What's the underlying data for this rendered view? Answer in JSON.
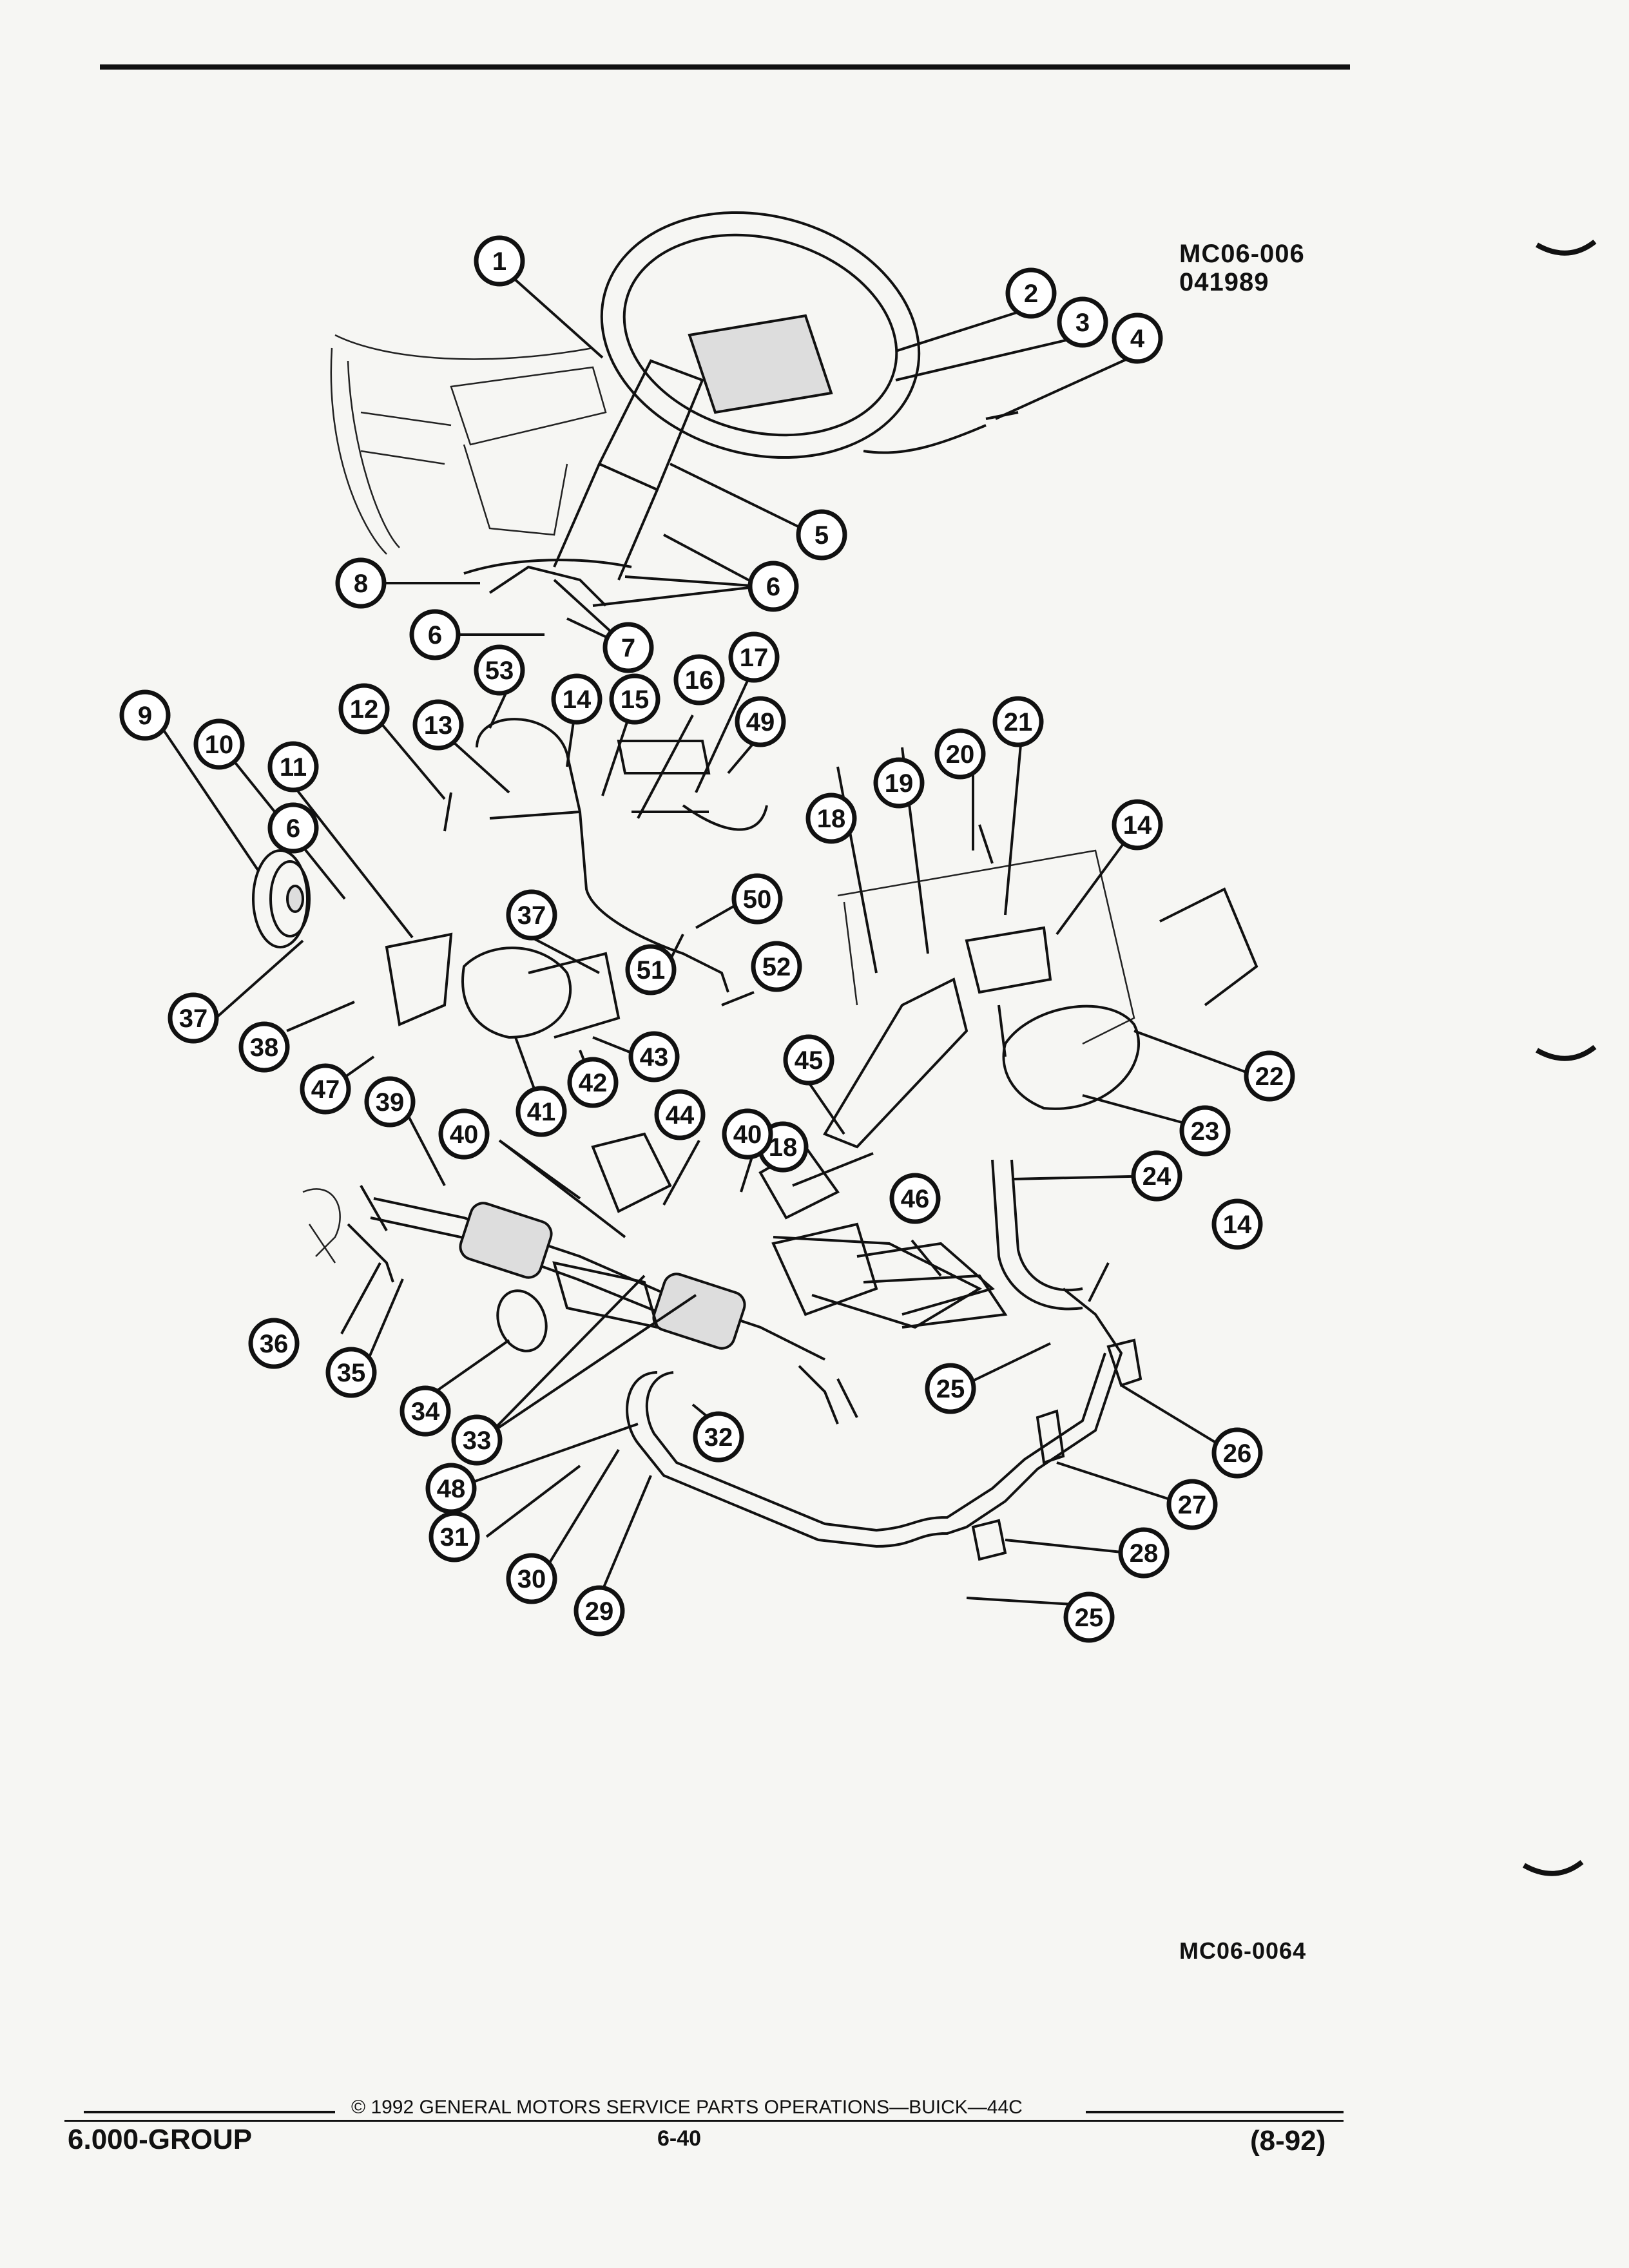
{
  "header": {
    "drawing_ref": "MC06-006",
    "drawing_date": "041989"
  },
  "figure": {
    "figure_code": "MC06-0064",
    "callouts": [
      "1",
      "2",
      "3",
      "4",
      "5",
      "6",
      "6",
      "6",
      "7",
      "8",
      "9",
      "10",
      "11",
      "12",
      "13",
      "14",
      "14",
      "14",
      "15",
      "16",
      "17",
      "18",
      "18",
      "19",
      "20",
      "21",
      "22",
      "23",
      "24",
      "25",
      "25",
      "26",
      "27",
      "28",
      "29",
      "30",
      "31",
      "32",
      "33",
      "34",
      "35",
      "36",
      "37",
      "37",
      "38",
      "39",
      "40",
      "40",
      "41",
      "42",
      "43",
      "44",
      "45",
      "46",
      "47",
      "48",
      "49",
      "50",
      "51",
      "52",
      "53"
    ]
  },
  "footer": {
    "copyright": "©  1992  GENERAL MOTORS SERVICE PARTS OPERATIONS—BUICK—44C",
    "group": "6.000-GROUP",
    "page": "6-40",
    "revision": "(8-92)"
  }
}
